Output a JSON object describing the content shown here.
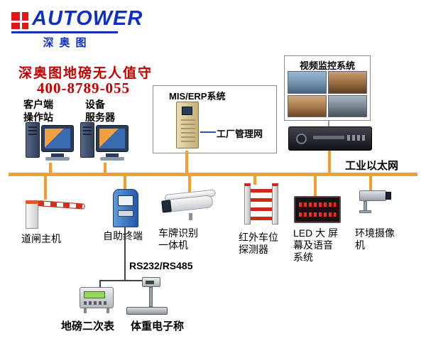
{
  "colors": {
    "brand_blue": "#1030c0",
    "alert_red": "#c00000",
    "bus_orange": "#f0a030"
  },
  "logo": {
    "brand": "AUTOWER",
    "chinese": "深奥图"
  },
  "header": {
    "title": "深奥图地磅无人值守",
    "phone": "400-8789-055"
  },
  "top_devices": [
    {
      "id": "client-workstation",
      "label_lines": [
        "客户端",
        "操作站"
      ]
    },
    {
      "id": "equipment-server",
      "label_lines": [
        "设备",
        "服务器"
      ]
    }
  ],
  "mis_box": {
    "title": "MIS/ERP系统",
    "network_label": "工厂管理网"
  },
  "video_box": {
    "title": "视频监控系统"
  },
  "bus": {
    "label": "工业以太网"
  },
  "bottom_devices": [
    {
      "id": "barrier-gate",
      "label_lines": [
        "道闸主机"
      ]
    },
    {
      "id": "self-service-terminal",
      "label_lines": [
        "自助终端"
      ]
    },
    {
      "id": "plate-recognition-camera",
      "label_lines": [
        "车牌识别",
        "一体机"
      ]
    },
    {
      "id": "infrared-detector",
      "label_lines": [
        "红外车位",
        "探测器"
      ]
    },
    {
      "id": "led-voice-system",
      "label_lines": [
        "LED 大 屏",
        "幕及语音",
        "系统"
      ]
    },
    {
      "id": "environment-camera",
      "label_lines": [
        "环境摄像",
        "机"
      ]
    }
  ],
  "serial": {
    "label": "RS232/RS485"
  },
  "sub_devices": [
    {
      "id": "weighbridge-indicator",
      "label": "地磅二次表"
    },
    {
      "id": "electronic-scale",
      "label": "体重电子称"
    }
  ]
}
